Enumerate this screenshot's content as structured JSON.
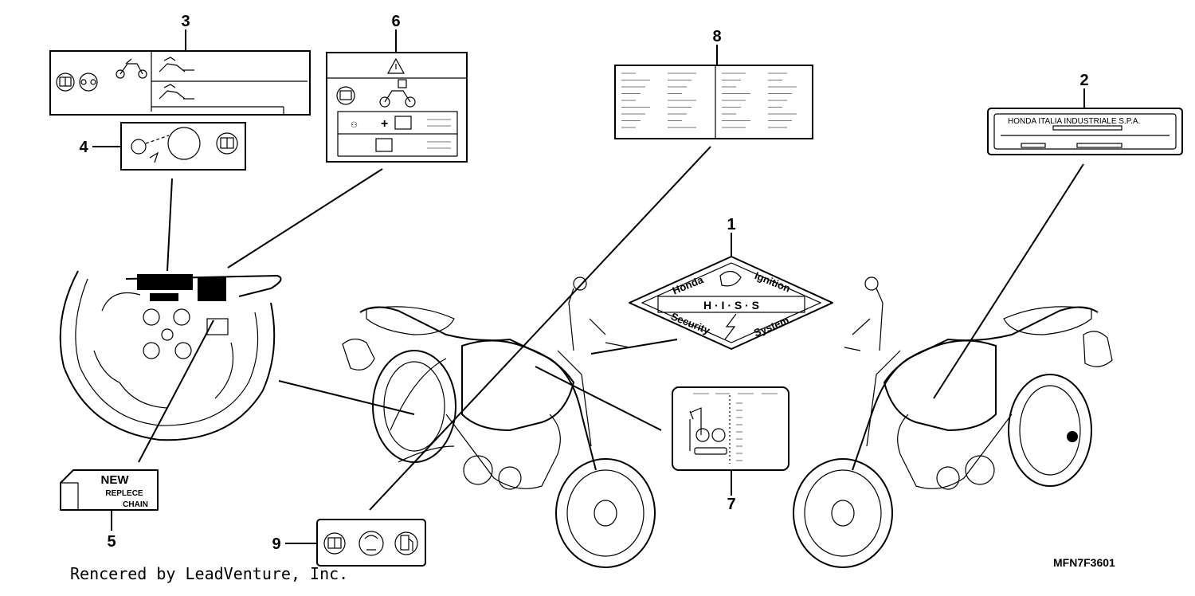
{
  "callouts": [
    "1",
    "2",
    "3",
    "4",
    "5",
    "6",
    "7",
    "8",
    "9"
  ],
  "label2": {
    "company": "HONDA ITALIA INDUSTRIALE S.P.A."
  },
  "label5": {
    "line1": "NEW",
    "line2": "REPLECE",
    "line3": "CHAIN"
  },
  "label1": {
    "word1": "Honda",
    "word2": "Ignition",
    "word3": "Security",
    "word4": "System",
    "code": "H · I · S · S"
  },
  "footer": {
    "credit": "Rencered by LeadVenture, Inc.",
    "ref": "MFN7F3601"
  }
}
